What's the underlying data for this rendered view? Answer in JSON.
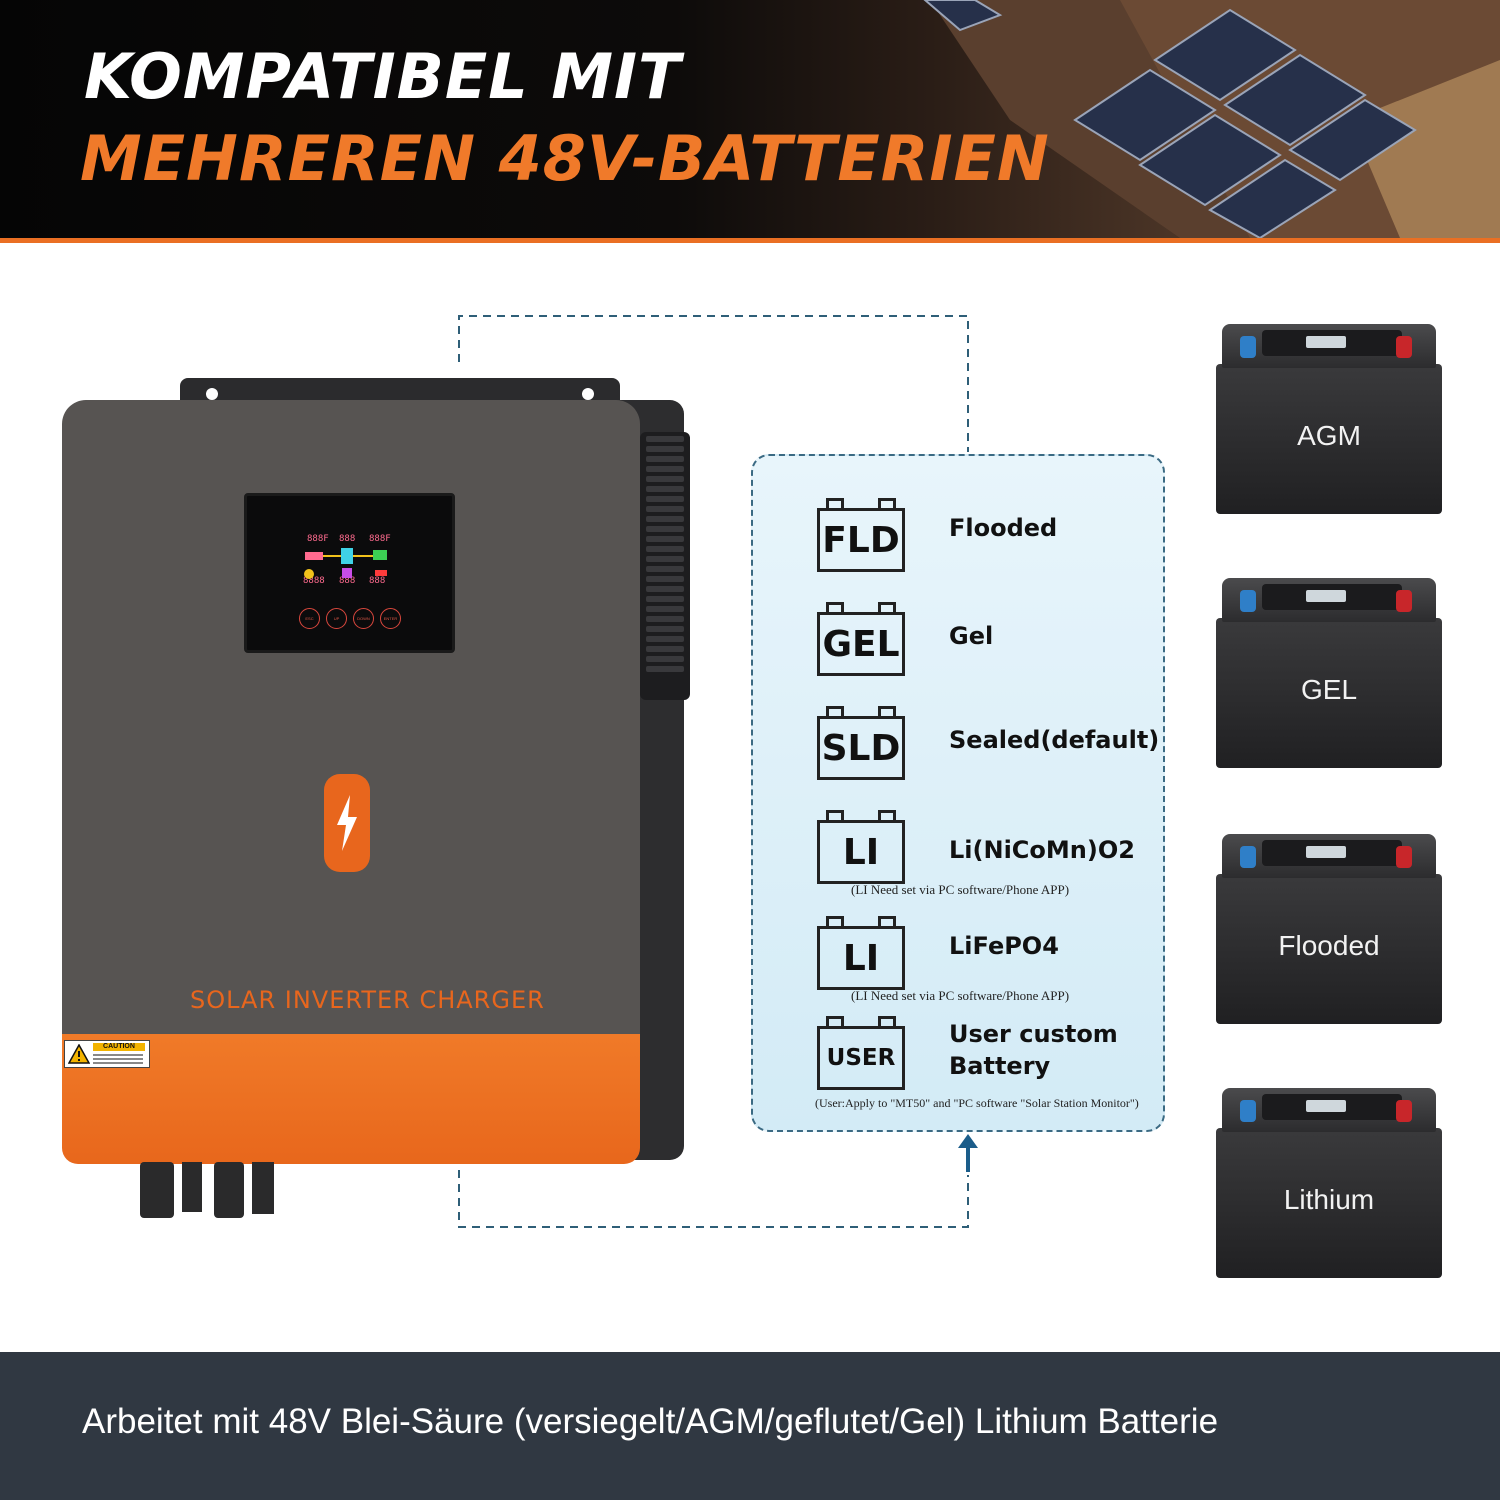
{
  "header": {
    "line1": "KOMPATIBEL MIT",
    "line2": "MEHREREN 48V-BATTERIEN",
    "accent_color": "#ea6f23"
  },
  "inverter": {
    "label": "SOLAR INVERTER CHARGER",
    "caution_title": "CAUTION",
    "keys": [
      "ESC",
      "UP",
      "DOWN",
      "ENTER"
    ],
    "lcd_digits": [
      "888F",
      "888",
      "888F",
      "8888",
      "888",
      "888"
    ],
    "icon": "lightning-bolt-icon",
    "body_color": "#575452",
    "panel_color": "#e8661d"
  },
  "battery_types": [
    {
      "code": "FLD",
      "name": "Flooded"
    },
    {
      "code": "GEL",
      "name": "Gel"
    },
    {
      "code": "SLD",
      "name": "Sealed(default)"
    },
    {
      "code": "LI",
      "name": "Li(NiCoMn)O2",
      "note": "(LI Need set via PC software/Phone APP)"
    },
    {
      "code": "LI",
      "name": "LiFePO4",
      "note": "(LI Need set via PC software/Phone APP)"
    },
    {
      "code": "USER",
      "name": "User custom",
      "name2": "Battery",
      "note": "(User:Apply to \"MT50\" and \"PC software \"Solar Station Monitor\")"
    }
  ],
  "batteries": [
    {
      "name": "AGM"
    },
    {
      "name": "GEL"
    },
    {
      "name": "Flooded"
    },
    {
      "name": "Lithium"
    }
  ],
  "footer": {
    "text": "Arbeitet mit 48V Blei-Säure (versiegelt/AGM/geflutet/Gel) Lithium Batterie",
    "background": "#303842"
  }
}
